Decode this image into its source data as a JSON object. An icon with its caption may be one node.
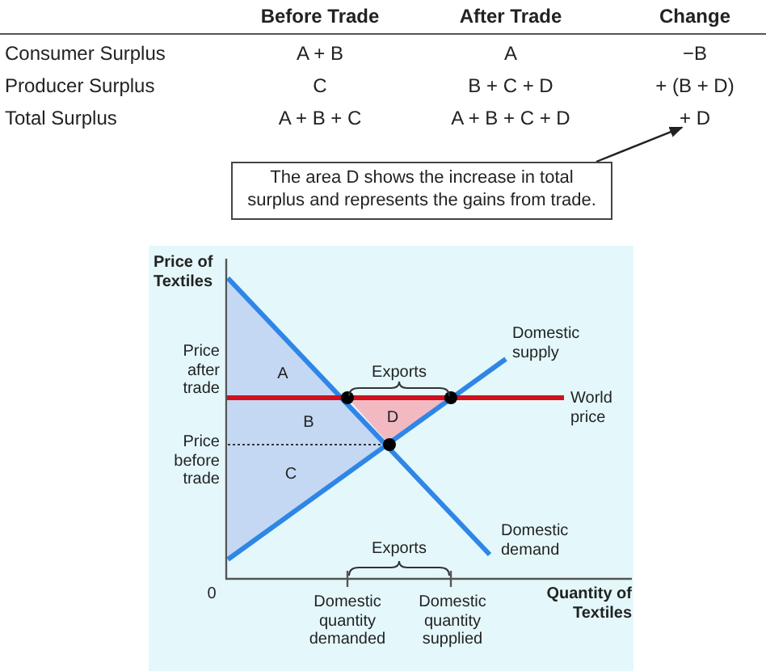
{
  "diagram": {
    "nodes": [
      {
        "text": [
          "The area D shows the increase in total surplus and represents the gains from trade."
        ]
      },
      {
        "text": [
          "+ D"
        ]
      }
    ],
    "edges": [
      {
        "from": 0,
        "to": 1,
        "arrow": "to"
      }
    ],
    "labels": [
      "Before Trade",
      "After Trade",
      "Change",
      "Consumer Surplus",
      "A + B",
      "A",
      "−B",
      "Producer Surplus",
      "C",
      "B + C + D",
      "+ (B + D)",
      "Total Surplus",
      "A + B + C",
      "A + B + C + D",
      "Price of Textiles",
      "Price after trade",
      "Price before trade",
      "A",
      "B",
      "C",
      "D",
      "Exports",
      "Domestic supply",
      "World price",
      "Domestic demand",
      "Exports",
      "0",
      "Domestic quantity demanded",
      "Domestic quantity supplied",
      "Quantity of Textiles"
    ]
  }
}
